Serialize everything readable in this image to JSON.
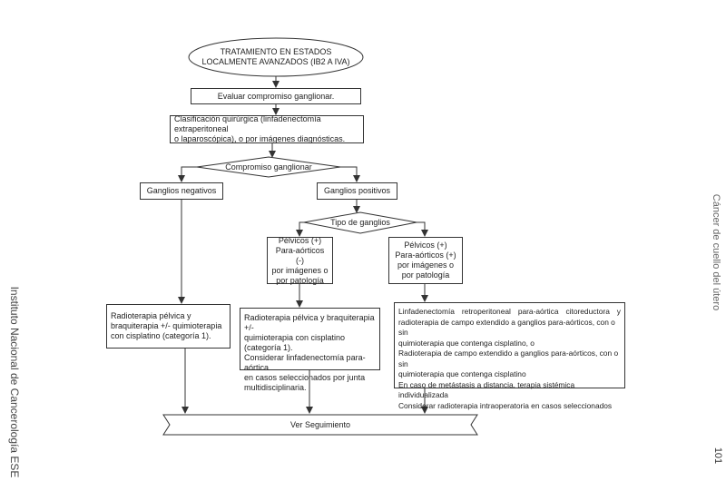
{
  "start": {
    "line1": "TRATAMIENTO EN ESTADOS",
    "line2": "LOCALMENTE AVANZADOS (IB2 A IVA)"
  },
  "evaluate": "Evaluar compromiso ganglionar.",
  "classification": {
    "line1": "Clasificación quirúrgica (linfadenectomía extraperitoneal",
    "line2": "o laparoscópica), o por imágenes diagnósticas."
  },
  "decision_nodal": "Compromiso ganglionar",
  "negative": "Ganglios negativos",
  "positive": "Ganglios positivos",
  "decision_type": "Tipo de ganglios",
  "pelvic_pos_para_neg": [
    "Pélvicos (+)",
    "Para-aórticos (-)",
    "por imágenes o",
    "por patología"
  ],
  "pelvic_pos_para_pos": [
    "Pélvicos (+)",
    "Para-aórticos (+)",
    "por imágenes o",
    "por patología"
  ],
  "treat_negative": [
    "Radioterapia pélvica y",
    "braquiterapia +/- quimioterapia",
    "con cisplatino (categoría 1)."
  ],
  "treat_pelvic": [
    "Radioterapia pélvica y braquiterapia +/-",
    "quimioterapia con cisplatino (categoría 1).",
    "Considerar linfadenectomía para-aórtica",
    "en casos seleccionados por junta",
    "multidisciplinaria."
  ],
  "treat_para": [
    "Linfadenectomía retroperitoneal para-aórtica citoreductora y",
    "radioterapia de campo extendido a ganglios para-aórticos, con o sin",
    "quimioterapia que contenga cisplatino, o",
    "Radioterapia de campo extendido a ganglios para-aórticos, con o sin",
    "quimioterapia que contenga cisplatino",
    "En caso de metástasis a distancia, terapia sistémica individualizada",
    "Considerar radioterapia intraoperatoria en casos seleccionados"
  ],
  "follow_up": "Ver Seguimiento",
  "side_right": "Cáncer de cuello del útero",
  "side_left": "Instituto Nacional de Cancerología ESE",
  "page_number": "101",
  "colors": {
    "line": "#333333",
    "text": "#222222",
    "side_text": "#666666"
  }
}
